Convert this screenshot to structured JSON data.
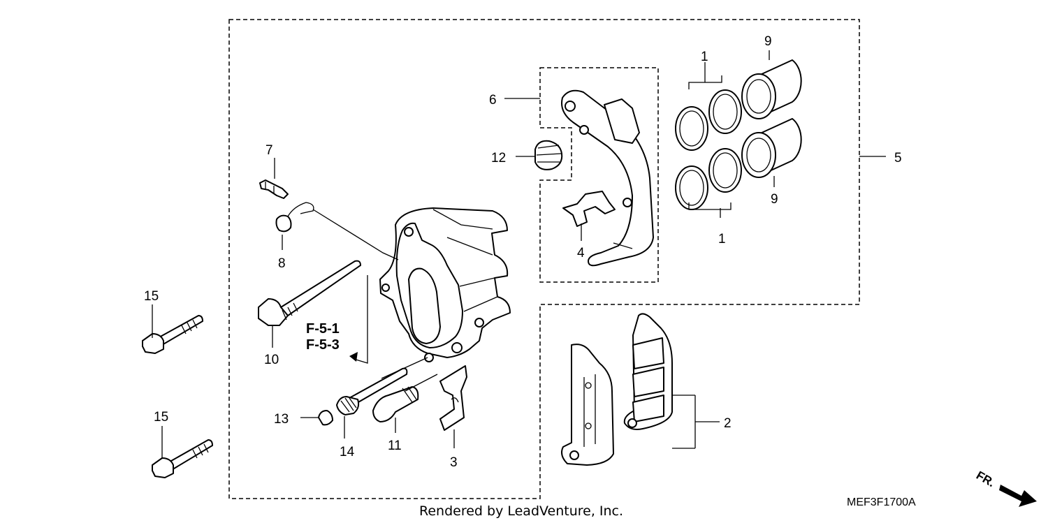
{
  "diagram": {
    "callouts": {
      "c1_top": "1",
      "c1_bottom": "1",
      "c2": "2",
      "c3": "3",
      "c4": "4",
      "c5": "5",
      "c6": "6",
      "c7": "7",
      "c8": "8",
      "c9_top": "9",
      "c9_bottom": "9",
      "c10": "10",
      "c11": "11",
      "c12": "12",
      "c13": "13",
      "c14": "14",
      "c15_top": "15",
      "c15_bottom": "15"
    },
    "references": [
      "F-5-1",
      "F-5-3"
    ],
    "diagram_code": "MEF3F1700A",
    "credit": "Rendered by LeadVenture, Inc.",
    "direction_label": "FR."
  }
}
